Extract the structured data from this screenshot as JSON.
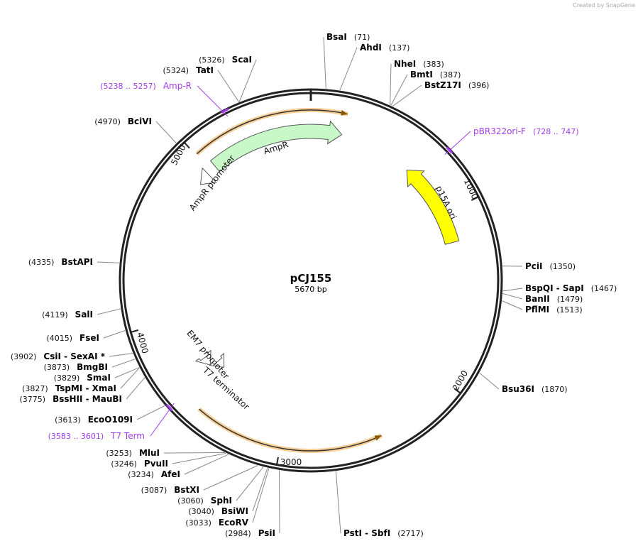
{
  "credit": "Created by SnapGene",
  "plasmid": {
    "name": "pCJ155",
    "length_label": "5670 bp",
    "length": 5670
  },
  "ticks": [
    "1000",
    "2000",
    "3000",
    "4000",
    "5000"
  ],
  "enzymes": [
    {
      "name": "BsaI",
      "pos": "(71)",
      "bp": 71
    },
    {
      "name": "AhdI",
      "pos": "(137)",
      "bp": 137
    },
    {
      "name": "NheI",
      "pos": "(383)",
      "bp": 383
    },
    {
      "name": "BmtI",
      "pos": "(387)",
      "bp": 387
    },
    {
      "name": "BstZ17I",
      "pos": "(396)",
      "bp": 396
    },
    {
      "name": "PciI",
      "pos": "(1350)",
      "bp": 1350
    },
    {
      "name": "BspQI  - SapI",
      "pos": "(1467)",
      "bp": 1467
    },
    {
      "name": "BanII",
      "pos": "(1479)",
      "bp": 1479
    },
    {
      "name": "PflMI",
      "pos": "(1513)",
      "bp": 1513
    },
    {
      "name": "Bsu36I",
      "pos": "(1870)",
      "bp": 1870
    },
    {
      "name": "PstI  - SbfI",
      "pos": "(2717)",
      "bp": 2717
    },
    {
      "name": "PsiI",
      "pos": "(2984)",
      "bp": 2984
    },
    {
      "name": "EcoRV",
      "pos": "(3033)",
      "bp": 3033
    },
    {
      "name": "BsiWI",
      "pos": "(3040)",
      "bp": 3040
    },
    {
      "name": "SphI",
      "pos": "(3060)",
      "bp": 3060
    },
    {
      "name": "BstXI",
      "pos": "(3087)",
      "bp": 3087
    },
    {
      "name": "AfeI",
      "pos": "(3234)",
      "bp": 3234
    },
    {
      "name": "PvuII",
      "pos": "(3246)",
      "bp": 3246
    },
    {
      "name": "MluI",
      "pos": "(3253)",
      "bp": 3253
    },
    {
      "name": "EcoO109I",
      "pos": "(3613)",
      "bp": 3613
    },
    {
      "name": "BssHII  - MauBI",
      "pos": "(3775)",
      "bp": 3775
    },
    {
      "name": "TspMI  - XmaI",
      "pos": "(3827)",
      "bp": 3827
    },
    {
      "name": "SmaI",
      "pos": "(3829)",
      "bp": 3829
    },
    {
      "name": "BmgBI",
      "pos": "(3873)",
      "bp": 3873
    },
    {
      "name": "CsiI  - SexAI *",
      "pos": "(3902)",
      "bp": 3902
    },
    {
      "name": "FseI",
      "pos": "(4015)",
      "bp": 4015
    },
    {
      "name": "SalI",
      "pos": "(4119)",
      "bp": 4119
    },
    {
      "name": "BstAPI",
      "pos": "(4335)",
      "bp": 4335
    },
    {
      "name": "BciVI",
      "pos": "(4970)",
      "bp": 4970
    },
    {
      "name": "TatI",
      "pos": "(5324)",
      "bp": 5324
    },
    {
      "name": "ScaI",
      "pos": "(5326)",
      "bp": 5326
    }
  ],
  "primers": [
    {
      "name": "pBR322ori-F",
      "range": "(728 .. 747)",
      "bp": 737
    },
    {
      "name": "Amp-R",
      "range": "(5238 .. 5257)",
      "bp": 5247
    },
    {
      "name": "T7 Term",
      "range": "(3583 .. 3601)",
      "bp": 3592
    }
  ],
  "features": [
    {
      "name": "AmpR",
      "color": "#c8f7c8"
    },
    {
      "name": "AmpR promoter",
      "color": "#ffffff"
    },
    {
      "name": "p15A ori",
      "color": "#ffff00"
    },
    {
      "name": "EM7 promoter",
      "color": "#ffffff"
    },
    {
      "name": "T7 terminator",
      "color": "#ffffff"
    }
  ],
  "colors": {
    "primer": "#a23bec",
    "orf": "#f5b041",
    "backbone": "#222222"
  }
}
